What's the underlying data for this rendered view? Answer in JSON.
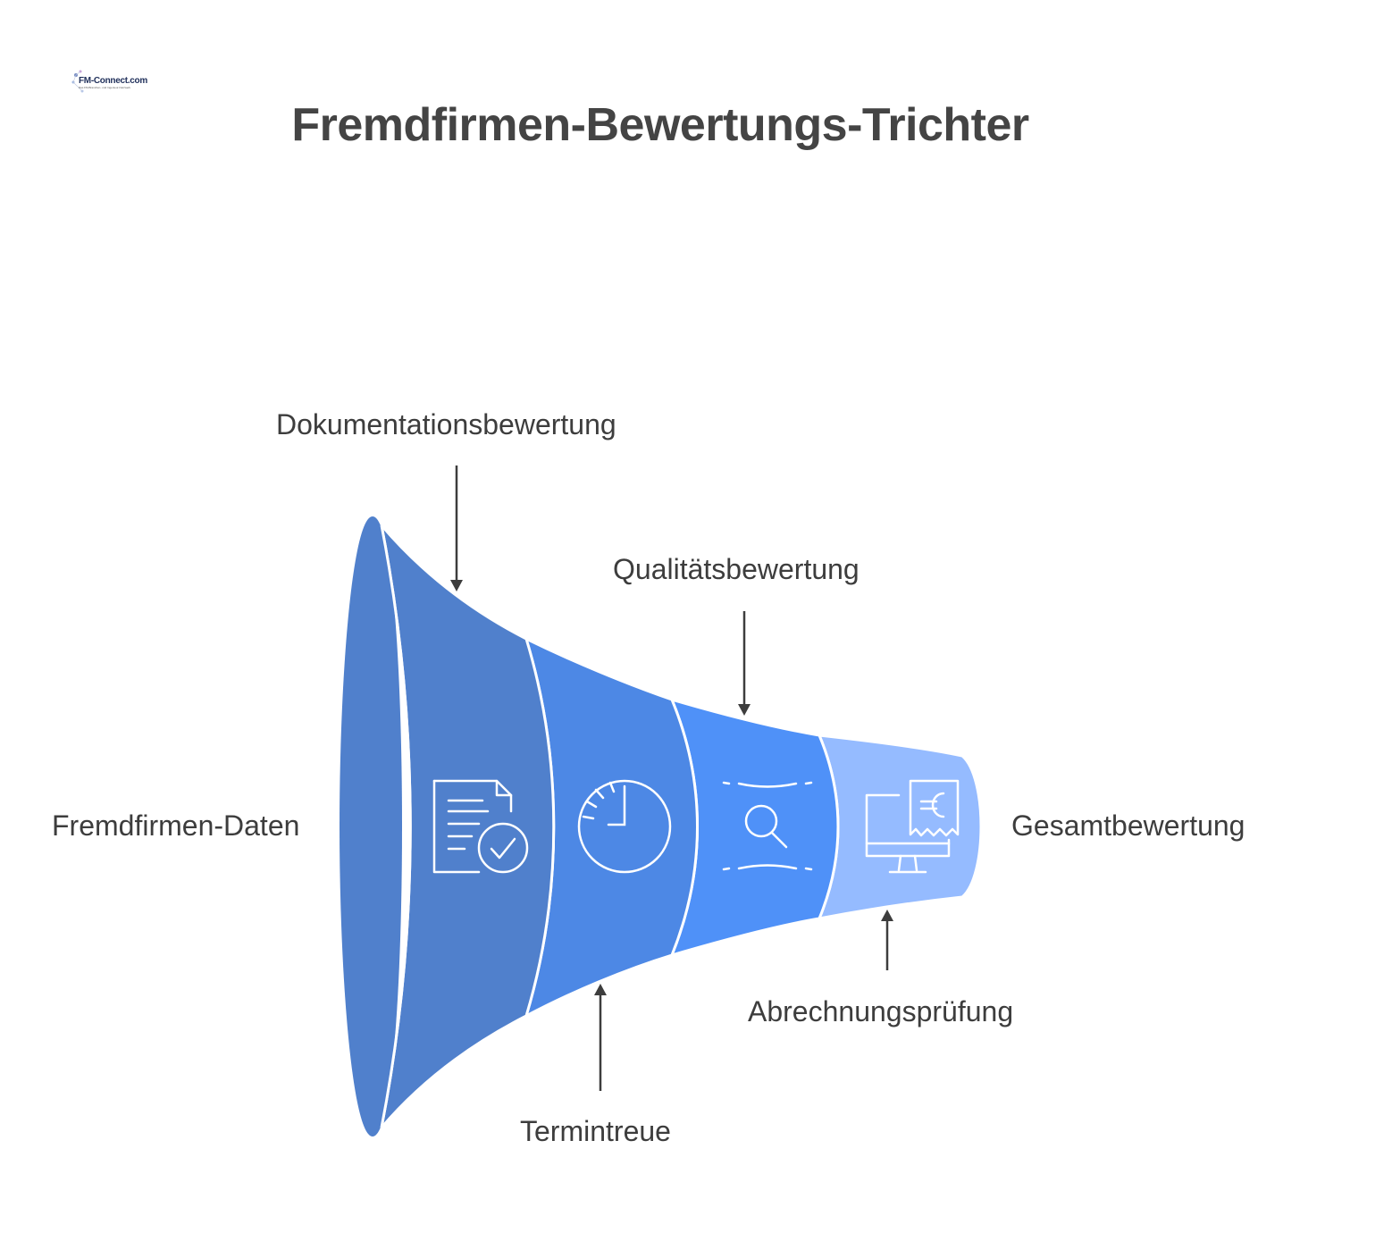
{
  "logo": {
    "text": "FM-Connect.com",
    "subtext": "Das FM-Branchen- und Ingenieur-Netzwerk"
  },
  "title": "Fremdfirmen-Bewertungs-Trichter",
  "stages": [
    {
      "label": "Dokumentationsbewertung",
      "icon": "document-check-icon",
      "color": "#5080cc"
    },
    {
      "label": "Termintreue",
      "icon": "clock-icon",
      "color": "#4d88e5"
    },
    {
      "label": "Qualitätsbewertung",
      "icon": "magnifier-icon",
      "color": "#4f91f8"
    },
    {
      "label": "Abrechnungsprüfung",
      "icon": "monitor-euro-receipt-icon",
      "color": "#95bbff"
    }
  ],
  "input_label": "Fremdfirmen-Daten",
  "output_label": "Gesamtbewertung",
  "colors": {
    "mouth": "#5080cc",
    "arrow": "#3d3d3d",
    "text": "#3d3d3d",
    "title": "#444444"
  }
}
